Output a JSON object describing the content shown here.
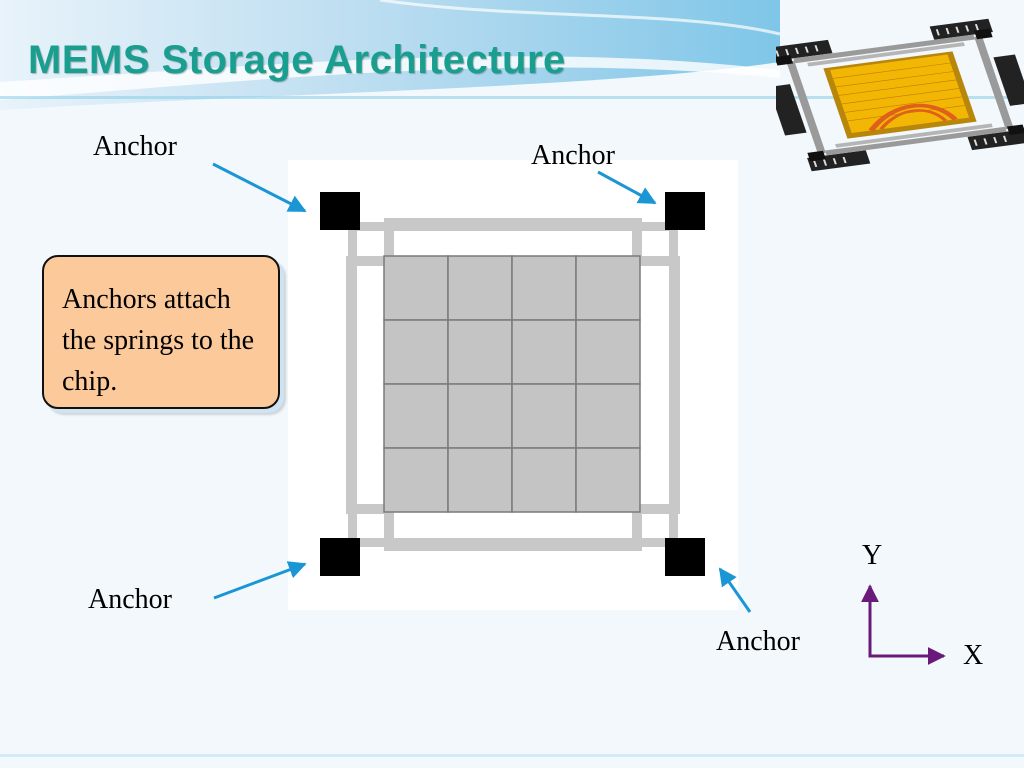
{
  "slide": {
    "title": "MEMS Storage Architecture",
    "callout_text": "Anchors attach the springs to the chip."
  },
  "diagram": {
    "grid": {
      "rows": 4,
      "cols": 4
    },
    "anchors": [
      {
        "id": "top-left",
        "label": "Anchor"
      },
      {
        "id": "top-right",
        "label": "Anchor"
      },
      {
        "id": "bottom-left",
        "label": "Anchor"
      },
      {
        "id": "bottom-right",
        "label": "Anchor"
      }
    ],
    "axes": {
      "x_label": "X",
      "y_label": "Y"
    }
  },
  "colors": {
    "title": "#1a9e8f",
    "arrow": "#1a96d4",
    "axis": "#6a1b7a",
    "callout_fill": "#fcc99a",
    "anchor": "#000000",
    "spring": "#c8c8c8",
    "media": "#c4c4c4"
  }
}
